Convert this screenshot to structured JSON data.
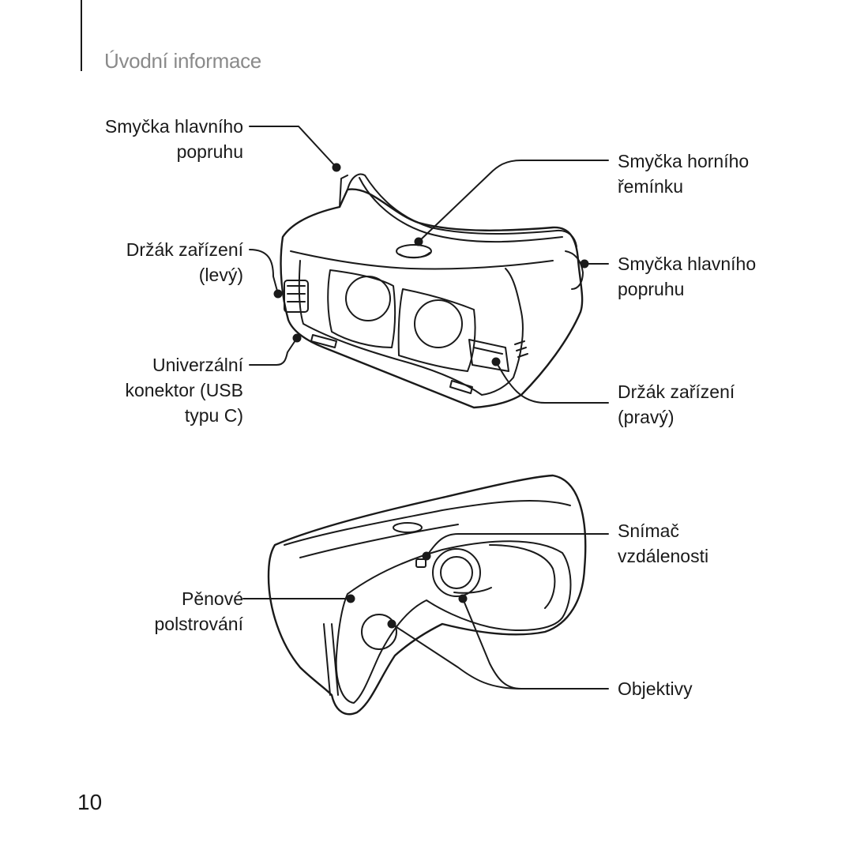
{
  "header": {
    "title": "Úvodní informace"
  },
  "labels": {
    "main_strap_loop_left": [
      "Smyčka hlavního",
      "popruhu"
    ],
    "device_holder_left": [
      "Držák zařízení",
      "(levý)"
    ],
    "usb_connector": [
      "Univerzální",
      "konektor (USB",
      "typu C)"
    ],
    "top_strap_loop": [
      "Smyčka horního",
      "řemínku"
    ],
    "main_strap_loop_right": [
      "Smyčka hlavního",
      "popruhu"
    ],
    "device_holder_right": [
      "Držák zařízení",
      "(pravý)"
    ],
    "proximity_sensor": [
      "Snímač",
      "vzdálenosti"
    ],
    "foam_cushioning": [
      "Pěnové",
      "polstrování"
    ],
    "lenses": [
      "Objektivy"
    ]
  },
  "footer": {
    "page_number": "10"
  }
}
